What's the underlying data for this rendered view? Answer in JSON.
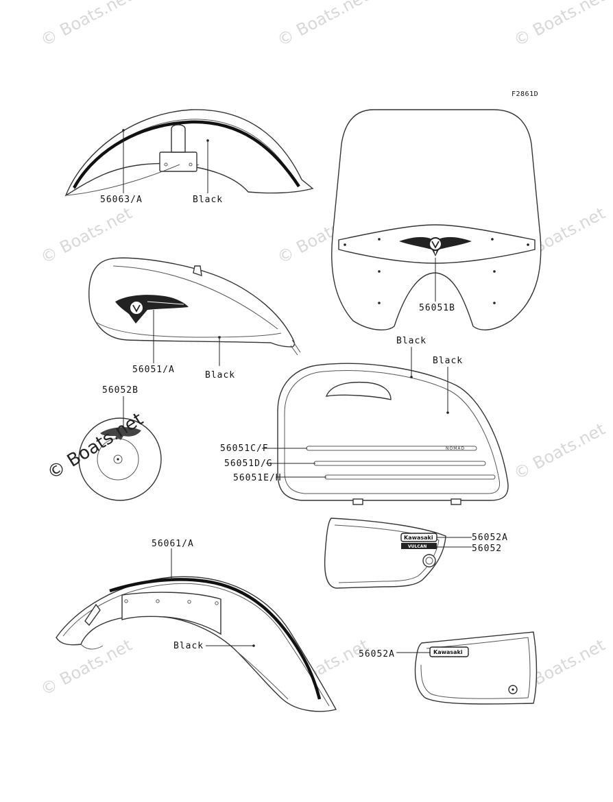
{
  "figure_code": "F2861D",
  "watermarks": {
    "text": "© Boats.net",
    "prominent": "© Boats.net"
  },
  "callouts": {
    "front_fender_stripe": "56063/A",
    "front_fender_color": "Black",
    "windshield_emblem": "56051B",
    "tank_emblem": "56051/A",
    "tank_color": "Black",
    "emblem_round": "56052B",
    "saddlebag_color_1": "Black",
    "saddlebag_color_2": "Black",
    "saddlebag_stripe_1": "56051C/F",
    "saddlebag_stripe_2": "56051D/G",
    "saddlebag_stripe_3": "56051E/H",
    "side_cover_emblem": "56052A",
    "side_cover_emblem_sub": "56052",
    "rear_fender_stripe": "56061/A",
    "rear_fender_color": "Black",
    "side_cover_2_emblem": "56052A"
  },
  "decal_text": {
    "nomad": "NOMAD",
    "kawasaki": "Kawasaki",
    "vulcan": "VULCAN"
  },
  "colors": {
    "stroke": "#333333",
    "stripe": "#111111",
    "watermark": "#d8d8d8"
  }
}
